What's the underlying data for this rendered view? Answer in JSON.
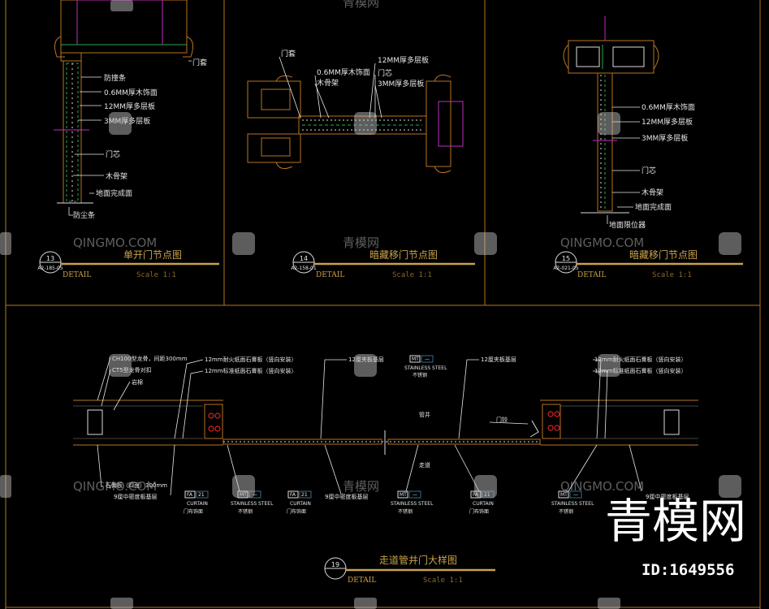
{
  "colors": {
    "background": "#000000",
    "frame": "#b8741f",
    "leader": "#e8e8e8",
    "label": "#e6e6e6",
    "title": "#c9a24a",
    "scale": "#8a6a2a",
    "magenta": "#c02bc0",
    "green": "#2ea84a",
    "red": "#e02020",
    "cyan_grid": "#3a6a8a",
    "watermark": "#cfcfcf"
  },
  "watermark": {
    "qingmo_latin": "QINGMO.COM",
    "qingmo_cjk": "青模网",
    "brand_big": "青模网",
    "id_label": "ID:1649556"
  },
  "panel13": {
    "circle_num": "13",
    "circle_sub": "A2-185-05",
    "title": "单开门节点图",
    "detail": "DETAIL",
    "scale": "Scale 1:1",
    "labels": {
      "door_cover": "门套",
      "bumper": "防撞条",
      "veneer": "0.6MM厚木饰面",
      "ply12": "12MM厚多层板",
      "ply3": "3MM厚多层板",
      "core": "门芯",
      "wood_frame": "木骨架",
      "floor": "地面完成面",
      "dust_strip": "防尘条"
    }
  },
  "panel14": {
    "circle_num": "14",
    "circle_sub": "A2-158-01",
    "title": "暗藏移门节点图",
    "detail": "DETAIL",
    "scale": "Scale 1:1",
    "labels": {
      "door_cover": "门套",
      "veneer": "0.6MM厚木饰面",
      "wood_frame": "木骨架",
      "ply12": "12MM厚多层板",
      "core": "门芯",
      "ply3": "3MM厚多层板"
    }
  },
  "panel15": {
    "circle_num": "15",
    "circle_sub": "A2-021-05",
    "title": "暗藏移门节点图",
    "detail": "DETAIL",
    "scale": "Scale 1:1",
    "labels": {
      "veneer": "0.6MM厚木饰面",
      "ply12": "12MM厚多层板",
      "ply3": "3MM厚多层板",
      "core": "门芯",
      "wood_frame": "木骨架",
      "floor": "地面完成面",
      "stopper": "地面限位器"
    }
  },
  "panel19": {
    "circle_num": "19",
    "title": "走道管井门大样图",
    "detail": "DETAIL",
    "scale": "Scale 1:1",
    "labels": {
      "keel": "CH100型龙骨，间距300mm",
      "keel_cover": "CT5型龙骨对扣",
      "rock_wool": "岩棉",
      "fire_board": "12mm耐火纸面石膏板（竖向安装）",
      "std_board": "12mm标准纸面石膏板（竖向安装）",
      "ply_base_left": "12厘夹板基层",
      "ply_base_right": "12厘夹板基层",
      "fire_board_r": "12mm耐火纸面石膏板（竖向安装）",
      "std_board_r": "12mm标准纸面石膏板（竖向安装）",
      "shaft": "管井",
      "corridor": "走道",
      "hinge": "门铰",
      "mdf_base_left": "9厘中密度板基层",
      "mdf_base_mid": "9厘中密度板基层",
      "mdf_base_right": "9厘中密度板基层",
      "ph_left": "石膏板（四面）300mm"
    },
    "tags": {
      "mt_code": "MT",
      "mt_dash": "—",
      "fa_code": "FA",
      "fa_num": "21",
      "stainless_en": "STAINLESS STEEL",
      "stainless_cn": "不锈钢",
      "curtain_en": "CURTAIN",
      "curtain_cn": "门布饰面"
    }
  }
}
